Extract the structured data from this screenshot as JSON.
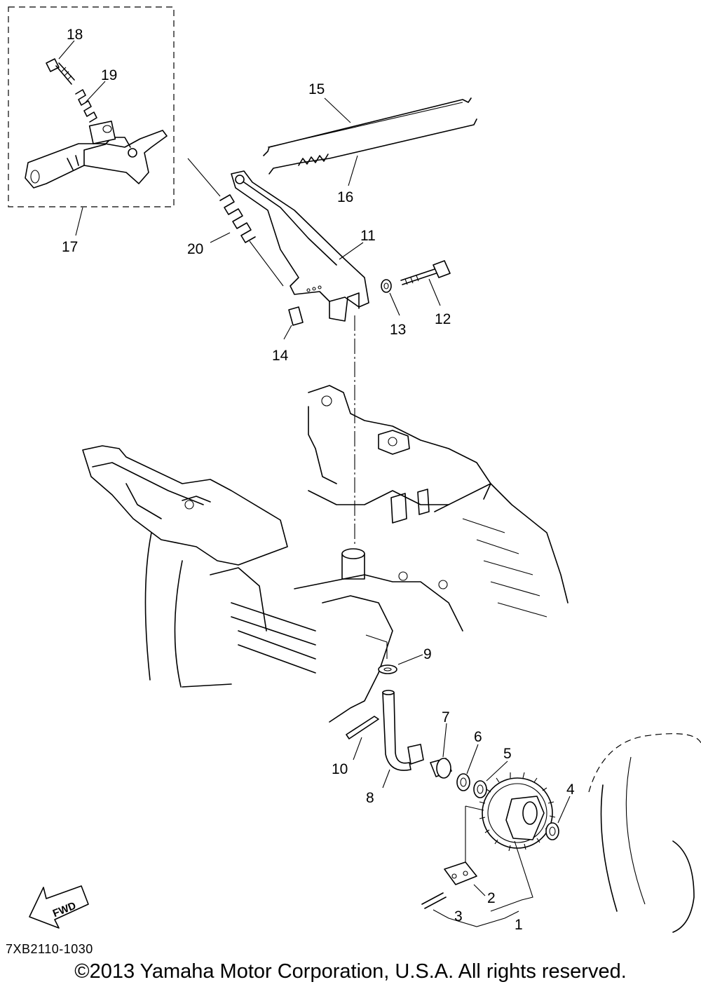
{
  "diagram": {
    "callouts": [
      {
        "id": "1",
        "text": "1"
      },
      {
        "id": "2",
        "text": "2"
      },
      {
        "id": "3",
        "text": "3"
      },
      {
        "id": "4",
        "text": "4"
      },
      {
        "id": "5",
        "text": "5"
      },
      {
        "id": "6",
        "text": "6"
      },
      {
        "id": "7",
        "text": "7"
      },
      {
        "id": "8",
        "text": "8"
      },
      {
        "id": "9",
        "text": "9"
      },
      {
        "id": "10",
        "text": "10"
      },
      {
        "id": "11",
        "text": "11"
      },
      {
        "id": "12",
        "text": "12"
      },
      {
        "id": "13",
        "text": "13"
      },
      {
        "id": "14",
        "text": "14"
      },
      {
        "id": "15",
        "text": "15"
      },
      {
        "id": "16",
        "text": "16"
      },
      {
        "id": "17",
        "text": "17"
      },
      {
        "id": "18",
        "text": "18"
      },
      {
        "id": "19",
        "text": "19"
      },
      {
        "id": "20",
        "text": "20"
      }
    ],
    "fwd_label": "FWD",
    "diagram_code": "7XB2110-1030",
    "copyright": "©2013 Yamaha Motor Corporation, U.S.A. All rights reserved."
  }
}
